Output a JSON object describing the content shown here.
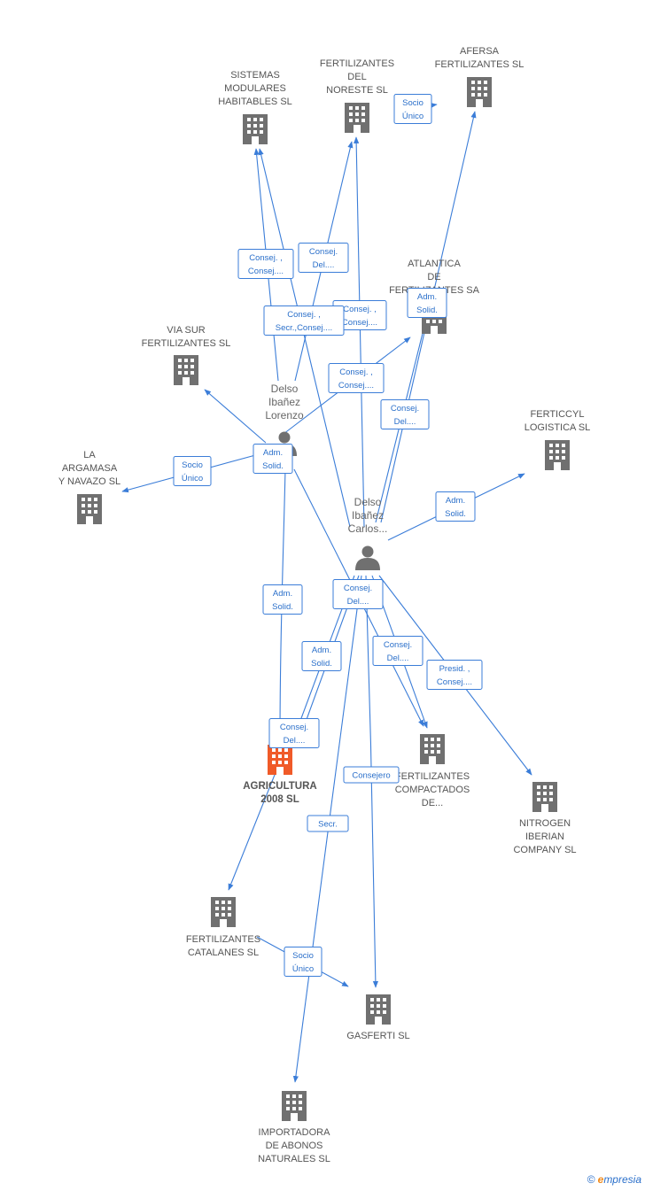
{
  "companies": [
    {
      "id": "sistemas",
      "lines": [
        "SISTEMAS",
        "MODULARES",
        "HABITABLES SL"
      ],
      "main": false
    },
    {
      "id": "noreste",
      "lines": [
        "FERTILIZANTES",
        "DEL",
        "NORESTE SL"
      ],
      "main": false
    },
    {
      "id": "afersa",
      "lines": [
        "AFERSA",
        "FERTILIZANTES SL"
      ],
      "main": false
    },
    {
      "id": "atlantica",
      "lines": [
        "ATLANTICA",
        "DE",
        "FERTILIZANTES SA"
      ],
      "main": false
    },
    {
      "id": "viasur",
      "lines": [
        "VIA SUR",
        "FERTILIZANTES SL"
      ],
      "main": false
    },
    {
      "id": "ferticyl",
      "lines": [
        "FERTICCYL",
        "LOGISTICA SL"
      ],
      "main": false
    },
    {
      "id": "argamasa",
      "lines": [
        "LA",
        "ARGAMASA",
        "Y NAVAZO SL"
      ],
      "main": false
    },
    {
      "id": "agricultura",
      "lines": [
        "AGRICULTURA",
        "2008 SL"
      ],
      "main": true
    },
    {
      "id": "compactados",
      "lines": [
        "FERTILIZANTES",
        "COMPACTADOS",
        "DE..."
      ],
      "main": false
    },
    {
      "id": "nitrogen",
      "lines": [
        "NITROGEN",
        "IBERIAN",
        "COMPANY SL"
      ],
      "main": false
    },
    {
      "id": "catalanes",
      "lines": [
        "FERTILIZANTES",
        "CATALANES SL"
      ],
      "main": false
    },
    {
      "id": "gasferti",
      "lines": [
        "GASFERTI SL"
      ],
      "main": false
    },
    {
      "id": "importadora",
      "lines": [
        "IMPORTADORA",
        "DE ABONOS",
        "NATURALES SL"
      ],
      "main": false
    }
  ],
  "persons": [
    {
      "id": "lorenzo",
      "lines": [
        "Delso",
        "Ibañez",
        "Lorenzo"
      ]
    },
    {
      "id": "carlos",
      "lines": [
        "Delso",
        "Ibañez",
        "Carlos..."
      ]
    }
  ],
  "relations": [
    {
      "lines": [
        "Socio",
        "Único"
      ]
    },
    {
      "lines": [
        "Consej. ,",
        "Consej...."
      ]
    },
    {
      "lines": [
        "Consej.",
        "Del...."
      ]
    },
    {
      "lines": [
        "Adm.",
        "Solid."
      ]
    },
    {
      "lines": [
        "Consej. ,",
        "Consej...."
      ]
    },
    {
      "lines": [
        "Consej. ,",
        "Secr.,Consej...."
      ]
    },
    {
      "lines": [
        "Consej. ,",
        "Consej...."
      ]
    },
    {
      "lines": [
        "Consej.",
        "Del...."
      ]
    },
    {
      "lines": [
        "Socio",
        "Único"
      ]
    },
    {
      "lines": [
        "Adm.",
        "Solid."
      ]
    },
    {
      "lines": [
        "Adm.",
        "Solid."
      ]
    },
    {
      "lines": [
        "Adm.",
        "Solid."
      ]
    },
    {
      "lines": [
        "Consej.",
        "Del...."
      ]
    },
    {
      "lines": [
        "Adm.",
        "Solid."
      ]
    },
    {
      "lines": [
        "Consej.",
        "Del...."
      ]
    },
    {
      "lines": [
        "Presid. ,",
        "Consej...."
      ]
    },
    {
      "lines": [
        "Consej.",
        "Del...."
      ]
    },
    {
      "lines": [
        "Consejero"
      ]
    },
    {
      "lines": [
        "Secr."
      ]
    },
    {
      "lines": [
        "Socio",
        "Único"
      ]
    }
  ],
  "colors": {
    "edge": "#3b7dd8",
    "building": "#707070",
    "building_main": "#f05a28",
    "person": "#707070"
  },
  "footer": {
    "copyright": "©",
    "brand_initial": "e",
    "brand_rest": "mpresia"
  }
}
